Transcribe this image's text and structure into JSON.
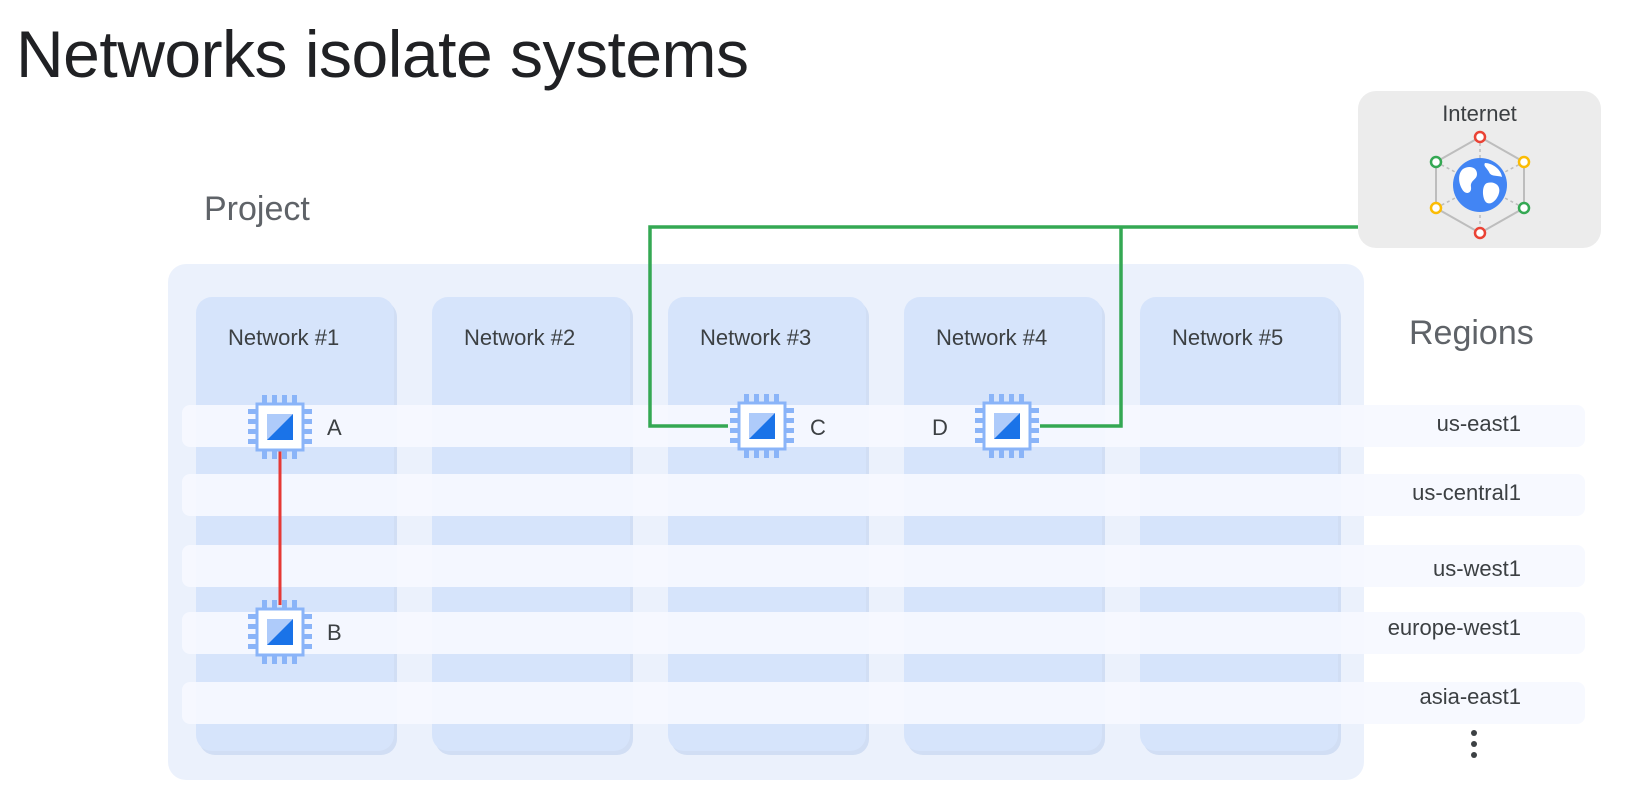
{
  "title": "Networks isolate systems",
  "project": {
    "label": "Project"
  },
  "networks": [
    {
      "label": "Network #1"
    },
    {
      "label": "Network #2"
    },
    {
      "label": "Network #3"
    },
    {
      "label": "Network #4"
    },
    {
      "label": "Network #5"
    }
  ],
  "regions": {
    "heading": "Regions",
    "items": [
      {
        "label": "us-east1"
      },
      {
        "label": "us-central1"
      },
      {
        "label": "us-west1"
      },
      {
        "label": "europe-west1"
      },
      {
        "label": "asia-east1"
      }
    ],
    "more_indicator": "vertical-ellipsis-icon"
  },
  "internet": {
    "label": "Internet",
    "icon": "globe-icon"
  },
  "vms": [
    {
      "label": "A",
      "network": "Network #1",
      "region": "us-east1"
    },
    {
      "label": "B",
      "network": "Network #1",
      "region": "europe-west1"
    },
    {
      "label": "C",
      "network": "Network #3",
      "region": "us-east1"
    },
    {
      "label": "D",
      "network": "Network #4",
      "region": "us-east1"
    }
  ],
  "connections": [
    {
      "from": "A",
      "to": "B",
      "color": "#e53935",
      "meaning": "internal link within Network #1"
    },
    {
      "from": "C",
      "to": "Internet",
      "color": "#34a853"
    },
    {
      "from": "D",
      "to": "Internet",
      "color": "#34a853"
    }
  ],
  "colors": {
    "project_bg": "#ebf1fc",
    "network_bg": "#d6e4fb",
    "chip_blue": "#4285f4",
    "internet_bg": "#ececec"
  }
}
